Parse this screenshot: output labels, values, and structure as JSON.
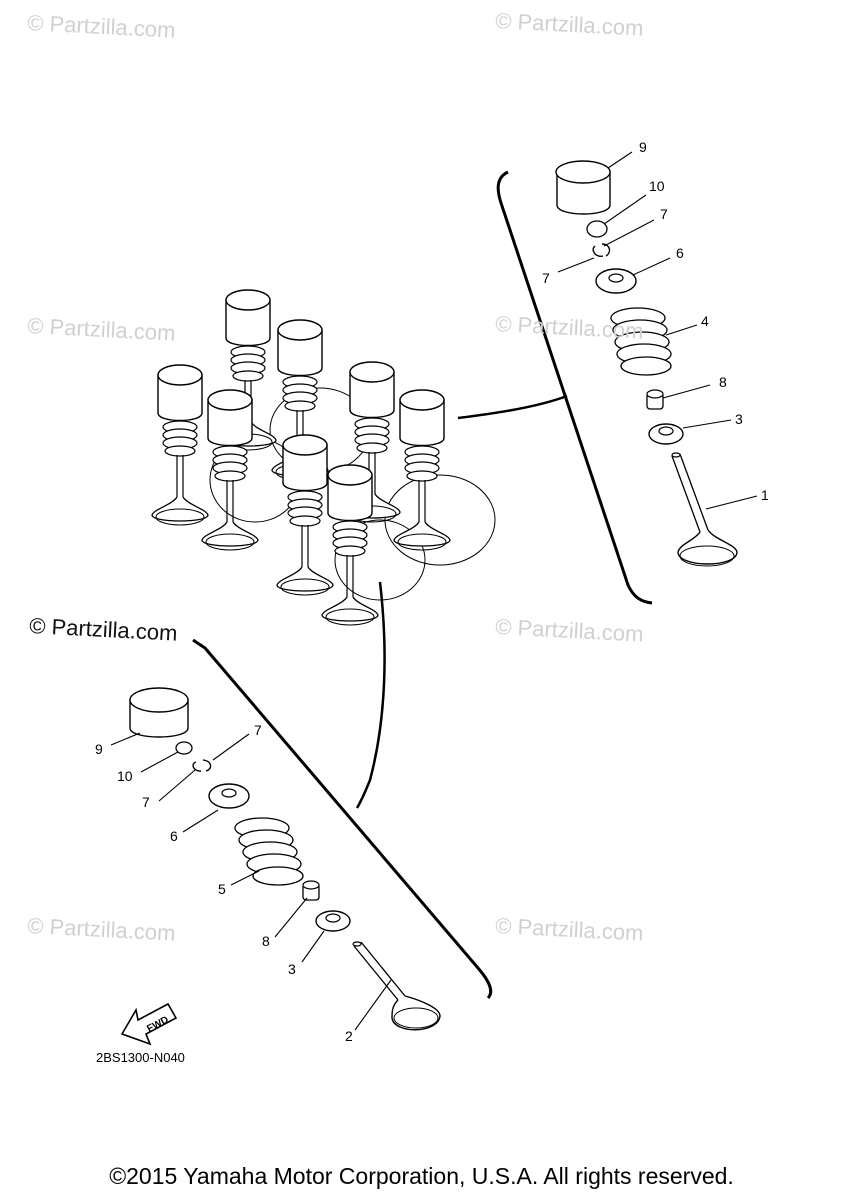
{
  "watermark": "© Partzilla.com",
  "reference_code": "2BS1300-N040",
  "fwd_label": "FWD",
  "copyright": "©2015 Yamaha Motor Corporation, U.S.A. All rights reserved.",
  "upper_callouts": [
    "9",
    "10",
    "7",
    "7",
    "6",
    "4",
    "8",
    "3",
    "1"
  ],
  "lower_callouts": [
    "9",
    "7",
    "10",
    "7",
    "6",
    "5",
    "8",
    "3",
    "2"
  ]
}
